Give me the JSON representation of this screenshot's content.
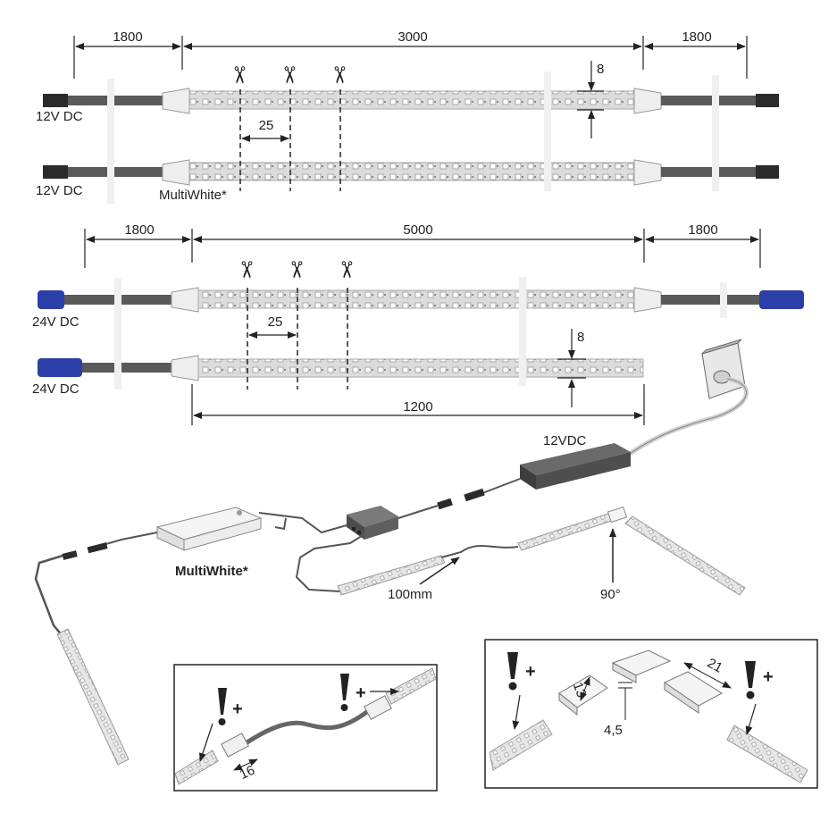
{
  "top_diagram": {
    "dims": [
      "1800",
      "3000",
      "1800"
    ],
    "pitch": "25",
    "strip_width": "8",
    "voltage_labels": [
      "12V DC",
      "12V DC"
    ],
    "multiwhite_label": "MultiWhite*"
  },
  "mid_diagram": {
    "dims": [
      "1800",
      "5000",
      "1800"
    ],
    "pitch": "25",
    "strip_width": "8",
    "voltage_labels": [
      "24V DC",
      "24V DC"
    ],
    "short_length": "1200"
  },
  "assembly": {
    "psu_label": "12VDC",
    "multiwhite_label": "MultiWhite*",
    "cable_label": "100mm",
    "angle_label": "90°"
  },
  "detail_left": {
    "plus_signs": [
      "+",
      "+"
    ],
    "dim": "16"
  },
  "detail_right": {
    "plus_signs": [
      "+",
      "+"
    ],
    "dims": [
      "13",
      "4,5",
      "21"
    ]
  },
  "colors": {
    "cable": "#5a5a5a",
    "strip": "#dcdcdc",
    "connector_blue": "#2c3fa8",
    "connector_dark": "#2b2b2b",
    "line": "#222222"
  }
}
